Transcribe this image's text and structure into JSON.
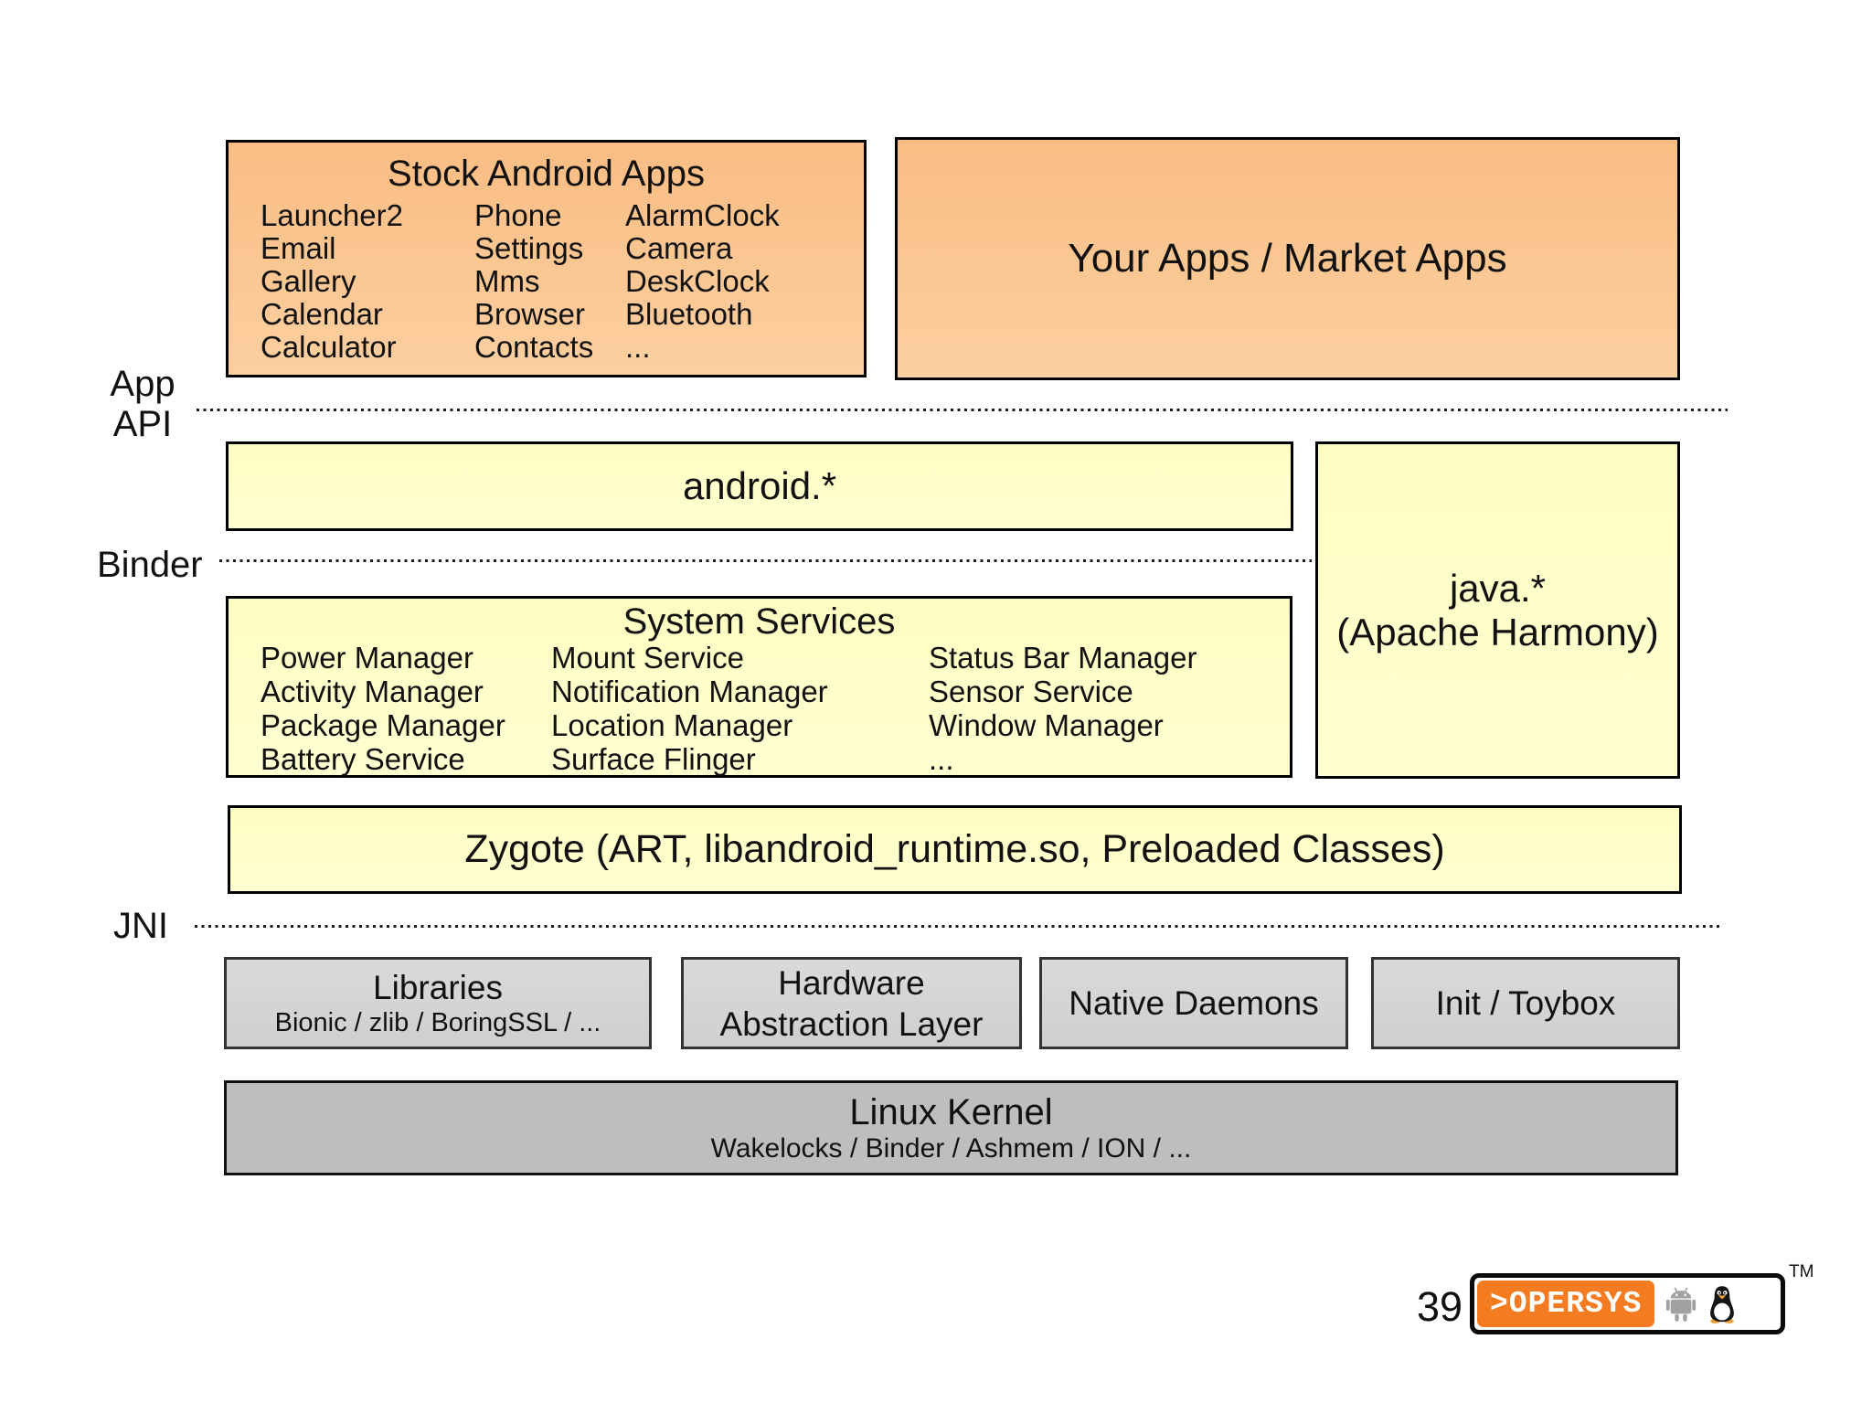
{
  "labels": {
    "app": "App",
    "api": "API",
    "binder": "Binder",
    "jni": "JNI"
  },
  "boxes": {
    "stock_apps": {
      "title": "Stock Android Apps",
      "columns": [
        [
          "Launcher2",
          "Email",
          "Gallery",
          "Calendar",
          "Calculator"
        ],
        [
          "Phone",
          "Settings",
          "Mms",
          "Browser",
          "Contacts"
        ],
        [
          "AlarmClock",
          "Camera",
          "DeskClock",
          "Bluetooth",
          "..."
        ]
      ]
    },
    "your_apps": {
      "title": "Your Apps / Market Apps"
    },
    "android": {
      "title": "android.*"
    },
    "java": {
      "line1": "java.*",
      "line2": "(Apache Harmony)"
    },
    "system_services": {
      "title": "System Services",
      "columns": [
        [
          "Power Manager",
          "Activity Manager",
          "Package Manager",
          "Battery Service"
        ],
        [
          "Mount Service",
          "Notification Manager",
          "Location Manager",
          "Surface Flinger"
        ],
        [
          "Status Bar Manager",
          "Sensor Service",
          "Window Manager",
          "..."
        ]
      ]
    },
    "zygote": {
      "title": "Zygote (ART, libandroid_runtime.so, Preloaded Classes)"
    },
    "libraries": {
      "title": "Libraries",
      "subtitle": "Bionic / zlib / BoringSSL / ..."
    },
    "hal": {
      "line1": "Hardware",
      "line2": "Abstraction Layer"
    },
    "native_daemons": {
      "title": "Native Daemons"
    },
    "init_toybox": {
      "title": "Init / Toybox"
    },
    "linux_kernel": {
      "title": "Linux Kernel",
      "subtitle": "Wakelocks / Binder / Ashmem / ION / ..."
    }
  },
  "footer": {
    "page_number": "39",
    "logo_text": ">OPERSYS",
    "trademark": "TM",
    "icons": [
      "android-robot-icon",
      "tux-icon"
    ]
  },
  "colors": {
    "app_fill": "#F9BD83",
    "app_fill_2": "#FCCFA0",
    "framework_fill": "#FDFDC2",
    "framework_fill_2": "#FFFFD2",
    "native_fill": "#CFCFCF",
    "kernel_fill": "#BEBEBE",
    "logo_orange": "#F47B20",
    "border": "#000000"
  }
}
